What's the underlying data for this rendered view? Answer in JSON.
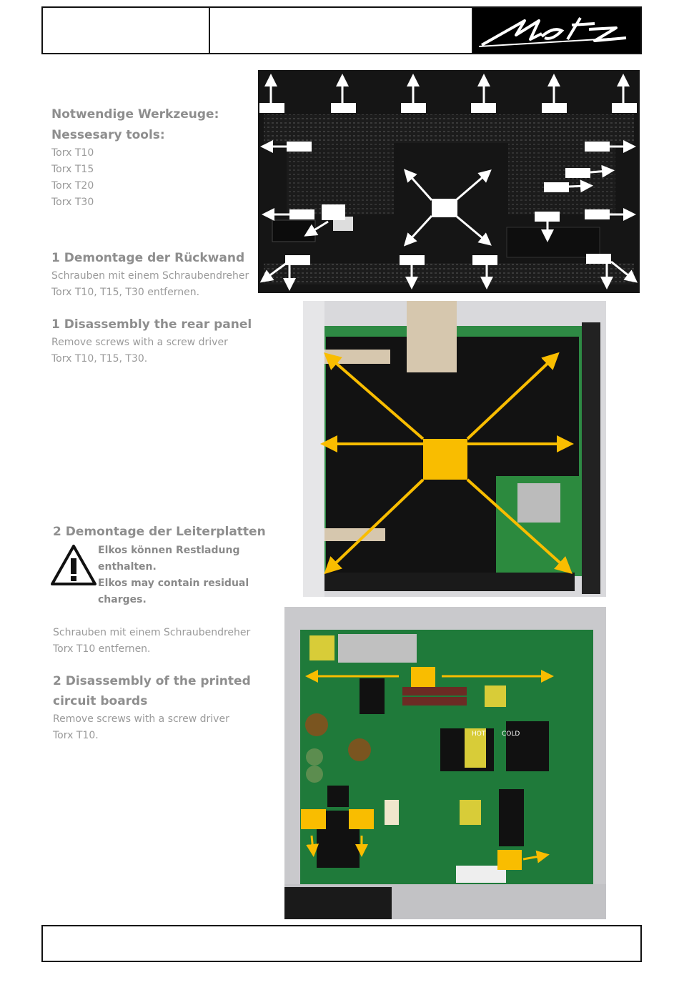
{
  "brand": {
    "logo_text": "Metz"
  },
  "tools": {
    "heading_de": "Notwendige Werkzeuge:",
    "heading_en": "Nessesary tools:",
    "items": [
      "Torx T10",
      "Torx T15",
      "Torx T20",
      "Torx T30"
    ]
  },
  "step1": {
    "title_de": "1 Demontage der Rückwand",
    "text_de_1": "Schrauben mit einem Schraubendreher",
    "text_de_2": "Torx T10, T15, T30 entfernen.",
    "title_en": "1 Disassembly the rear panel",
    "text_en_1": "Remove screws with a screw driver",
    "text_en_2": "Torx T10, T15, T30."
  },
  "step2": {
    "title_de": "2 Demontage der Leiterplatten",
    "warning_de_1": "Elkos können Restladung",
    "warning_de_2": "enthalten.",
    "warning_en_1": "Elkos may contain residual",
    "warning_en_2": "charges.",
    "text_de_1": "Schrauben mit einem Schraubendreher",
    "text_de_2": "Torx T10 entfernen.",
    "title_en_1": "2 Disassembly of the printed",
    "title_en_2": "circuit boards",
    "text_en_1": "Remove screws with a screw driver",
    "text_en_2": "Torx T10."
  },
  "board_markings": {
    "hot": "HOT",
    "cold": "COLD"
  },
  "colors": {
    "accent": "#f9bd00",
    "pcb": "#1f7a3a",
    "panel": "#141414"
  }
}
